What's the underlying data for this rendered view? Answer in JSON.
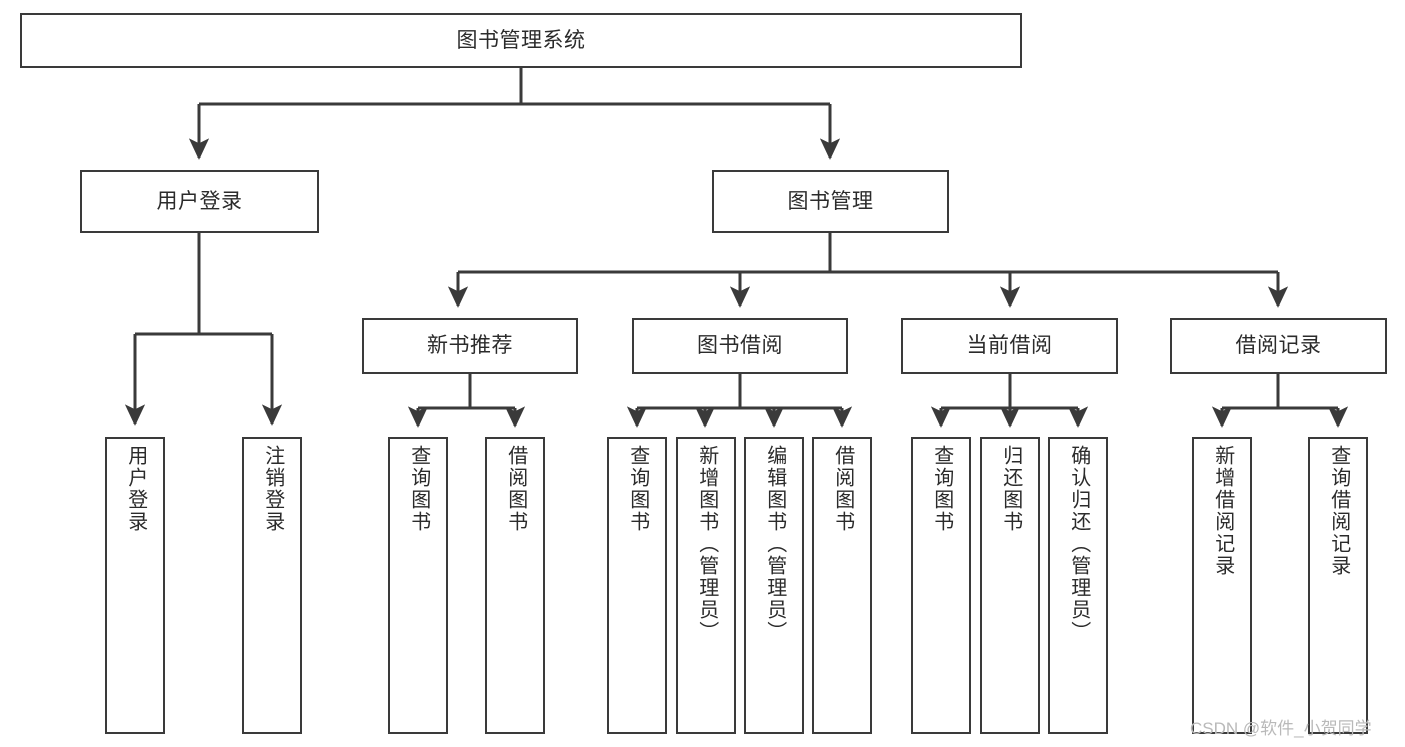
{
  "diagram": {
    "title": "图书管理系统",
    "type": "tree-hierarchy",
    "orientation": "top-down",
    "colors": {
      "background": "#ffffff",
      "node_fill": "#ffffff",
      "node_border": "#3a3a3a",
      "edge": "#3a3a3a",
      "text": "#2b2b2b",
      "watermark": "#b9b9b9"
    }
  },
  "watermark": {
    "text": "CSDN @软件_小贺同学"
  },
  "nodes": {
    "root": {
      "label": "图书管理系统"
    },
    "level2": [
      {
        "id": "user-login",
        "label": "用户登录"
      },
      {
        "id": "book-manage",
        "label": "图书管理"
      }
    ],
    "level3": [
      {
        "id": "new-book-recommend",
        "label": "新书推荐"
      },
      {
        "id": "book-borrow",
        "label": "图书借阅"
      },
      {
        "id": "current-borrow",
        "label": "当前借阅"
      },
      {
        "id": "borrow-record",
        "label": "借阅记录"
      }
    ],
    "leaves": {
      "user-login": [
        {
          "id": "leaf-user-login",
          "label": "用户登录"
        },
        {
          "id": "leaf-logout-login",
          "label": "注销登录"
        }
      ],
      "new-book-recommend": [
        {
          "id": "leaf-query-book-1",
          "label": "查询图书"
        },
        {
          "id": "leaf-borrow-book-1",
          "label": "借阅图书"
        }
      ],
      "book-borrow": [
        {
          "id": "leaf-query-book-2",
          "label": "查询图书"
        },
        {
          "id": "leaf-add-book",
          "label": "新增图书（管理员）"
        },
        {
          "id": "leaf-edit-book",
          "label": "编辑图书（管理员）"
        },
        {
          "id": "leaf-borrow-book-2",
          "label": "借阅图书"
        }
      ],
      "current-borrow": [
        {
          "id": "leaf-query-book-3",
          "label": "查询图书"
        },
        {
          "id": "leaf-return-book",
          "label": "归还图书"
        },
        {
          "id": "leaf-confirm-return",
          "label": "确认归还（管理员）"
        }
      ],
      "borrow-record": [
        {
          "id": "leaf-add-record",
          "label": "新增借阅记录"
        },
        {
          "id": "leaf-query-record",
          "label": "查询借阅记录"
        }
      ]
    }
  }
}
